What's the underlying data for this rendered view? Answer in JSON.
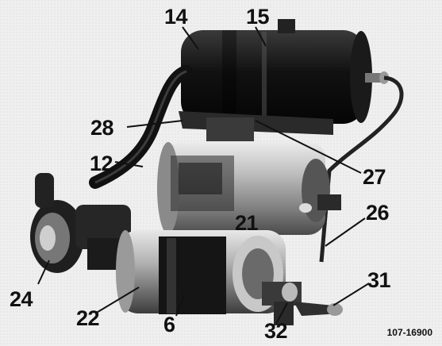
{
  "labels": {
    "l14": "14",
    "l15": "15",
    "l28": "28",
    "l12": "12",
    "l27": "27",
    "l21": "21",
    "l26": "26",
    "l24": "24",
    "l31": "31",
    "l22": "22",
    "l6": "6",
    "l32": "32"
  },
  "reference_code": "107-16900"
}
